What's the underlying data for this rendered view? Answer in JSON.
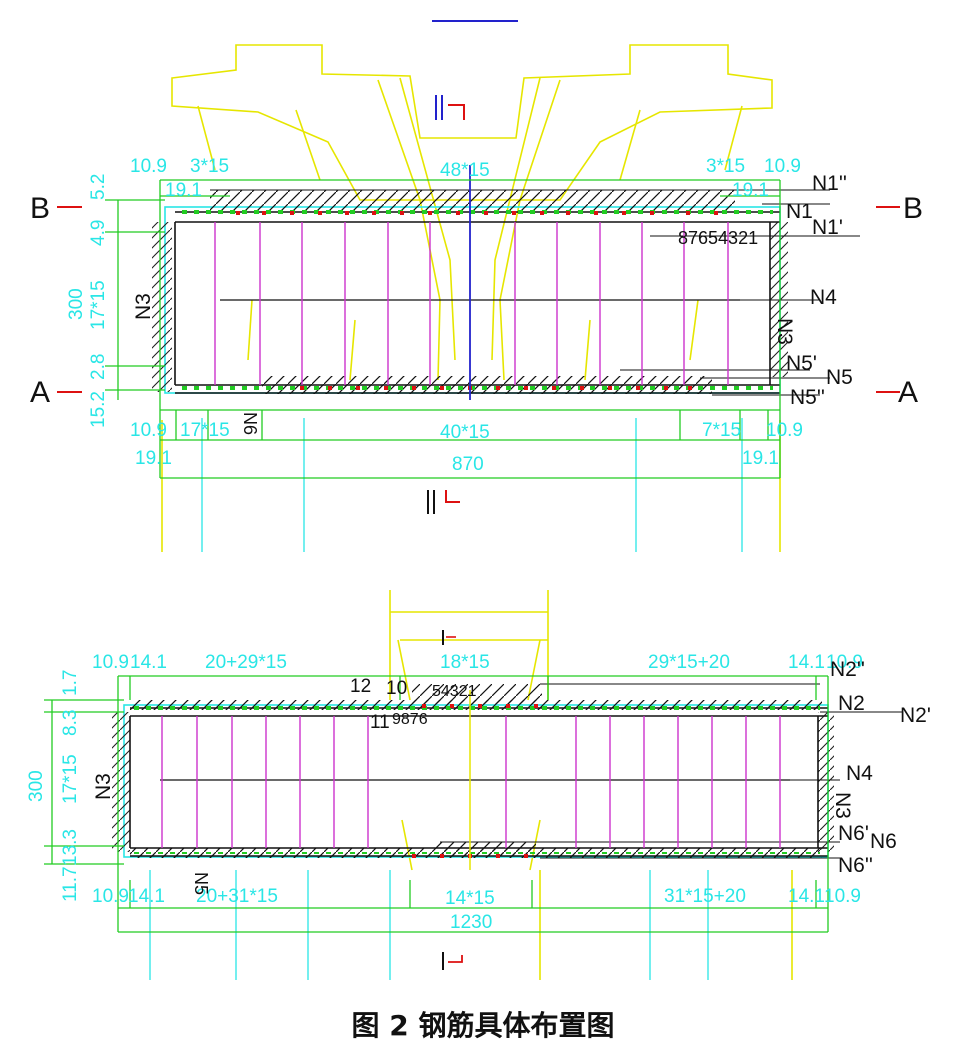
{
  "caption": "图 2  钢筋具体布置图",
  "colors": {
    "yellow": "#e6e600",
    "cyan": "#29e6e6",
    "green": "#22cc22",
    "magenta": "#cc33cc",
    "red": "#dd1111",
    "blue": "#2222cc",
    "black": "#111111"
  },
  "top": {
    "section_mark": "II",
    "dims_top": [
      "10.9",
      "3*15",
      "48*15",
      "3*15",
      "10.9"
    ],
    "dims_top2": [
      "19.1",
      "19.1"
    ],
    "dims_left": [
      "4.9",
      "5.2",
      "300",
      "17*15",
      "2.8",
      "15.2"
    ],
    "dims_bottom": [
      "10.9",
      "17*15",
      "40*15",
      "7*15",
      "10.9"
    ],
    "dims_bottom2": [
      "19.1",
      "870",
      "19.1"
    ],
    "labels": {
      "N1pp": "N1''",
      "N1": "N1",
      "N1p": "N1'",
      "N4": "N4",
      "N5p": "N5'",
      "N5": "N5",
      "N5pp": "N5''",
      "N3": "N3",
      "N3r": "N3",
      "N6": "N6",
      "bar_nums": "87654321"
    },
    "B_left": "B",
    "B_right": "B",
    "A_left": "A",
    "A_right": "A",
    "section_bottom": "II"
  },
  "bottom": {
    "section_mark": "I",
    "dims_top": [
      "10.9",
      "14.1",
      "20+29*15",
      "18*15",
      "29*15+20",
      "14.1",
      "10.9"
    ],
    "dims_left": [
      "1.7",
      "8.3",
      "300",
      "17*15",
      "13.3",
      "11.7"
    ],
    "dims_bottom": [
      "10.9",
      "14.1",
      "20+31*15",
      "14*15",
      "31*15+20",
      "14.1",
      "10.9"
    ],
    "dims_bottom2": [
      "1230"
    ],
    "labels": {
      "N2pp": "N2''",
      "N2": "N2",
      "N2p": "N2'",
      "N4": "N4",
      "N6p": "N6'",
      "N6": "N6",
      "N6pp": "N6''",
      "N3": "N3",
      "N3r": "N3",
      "N5": "N5",
      "n12": "12",
      "n10": "10",
      "n54321": "54321",
      "n11": "11",
      "n9876": "9876"
    },
    "section_bottom": "I"
  }
}
